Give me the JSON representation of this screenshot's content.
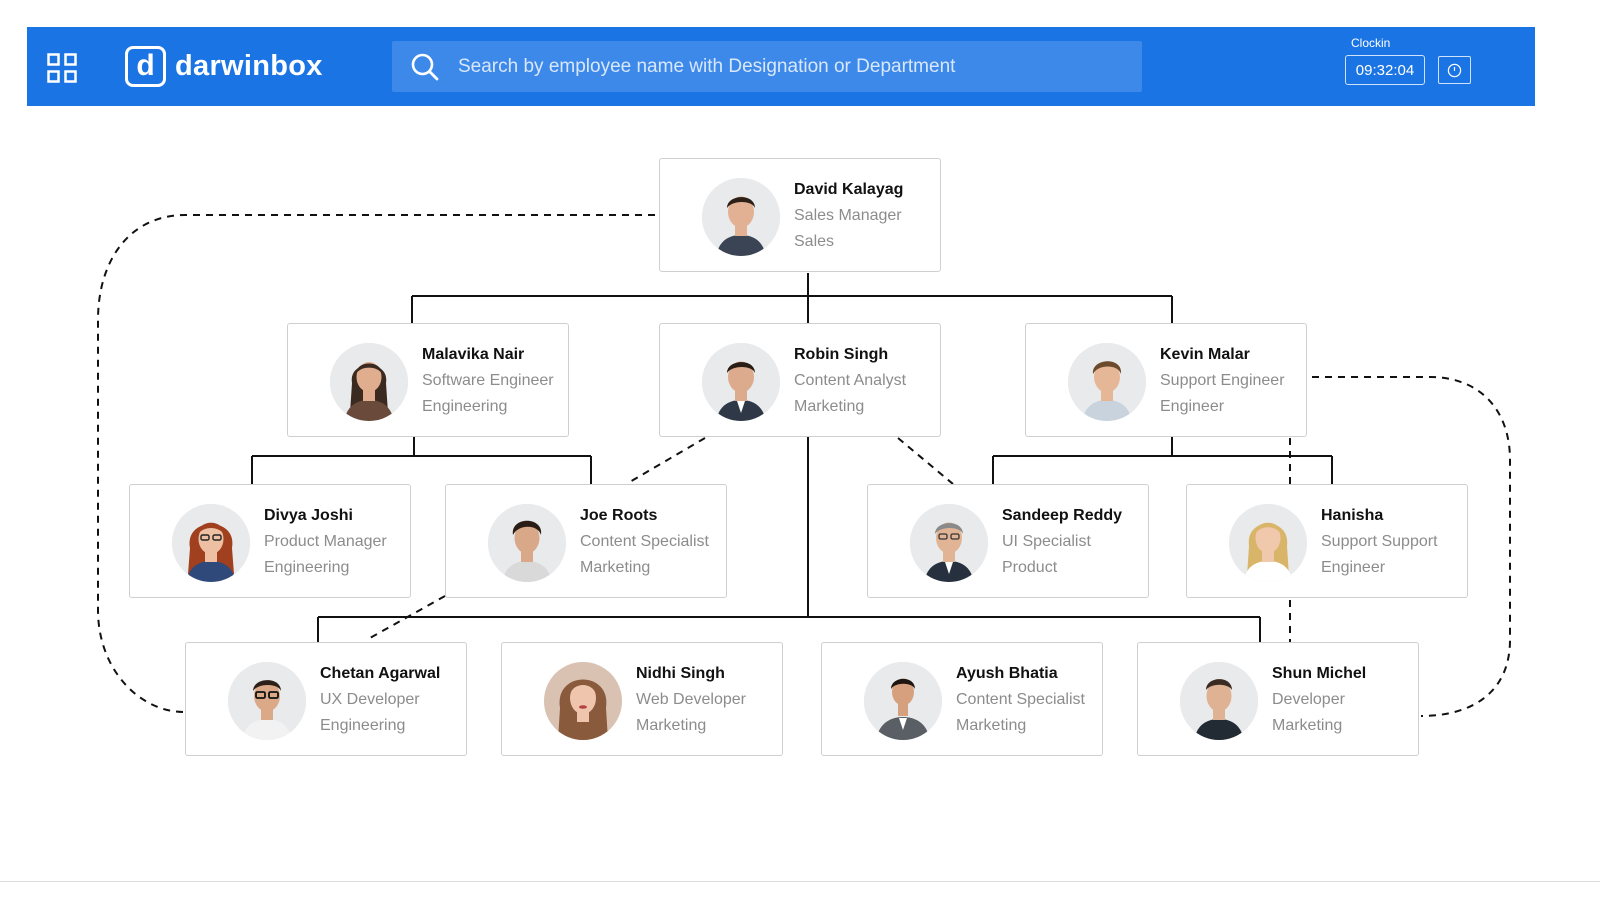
{
  "app": {
    "brand": "darwinbox",
    "brand_mark": "d",
    "search": {
      "placeholder": "Search by employee name with Designation or Department"
    },
    "clock": {
      "label": "Clockin",
      "time": "09:32:04"
    }
  },
  "colors": {
    "header_bg": "#1b74e4",
    "search_bg": "#3d89ea",
    "card_border": "#cfcfcf",
    "connector": "#111111",
    "subtext": "#8c8c8c"
  },
  "icons": [
    "apps-grid-icon",
    "search-icon",
    "clock-icon"
  ],
  "org_chart": {
    "employees": [
      {
        "id": "david",
        "name": "David Kalayag",
        "designation": "Sales Manager",
        "department": "Sales",
        "reports_to": ""
      },
      {
        "id": "malavika",
        "name": "Malavika Nair",
        "designation": "Software Engineer",
        "department": "Engineering",
        "reports_to": "david"
      },
      {
        "id": "robin",
        "name": "Robin Singh",
        "designation": "Content Analyst",
        "department": "Marketing",
        "reports_to": "david"
      },
      {
        "id": "kevin",
        "name": "Kevin Malar",
        "designation": "Support Engineer",
        "department": "Engineer",
        "reports_to": "david"
      },
      {
        "id": "divya",
        "name": "Divya Joshi",
        "designation": "Product Manager",
        "department": "Engineering",
        "reports_to": "malavika"
      },
      {
        "id": "joe",
        "name": "Joe Roots",
        "designation": "Content Specialist",
        "department": "Marketing",
        "reports_to": "malavika"
      },
      {
        "id": "sandeep",
        "name": "Sandeep Reddy",
        "designation": "UI Specialist",
        "department": "Product",
        "reports_to": "kevin"
      },
      {
        "id": "hanisha",
        "name": "Hanisha",
        "designation": "Support Support",
        "department": "Engineer",
        "reports_to": "kevin"
      },
      {
        "id": "chetan",
        "name": "Chetan Agarwal",
        "designation": "UX Developer",
        "department": "Engineering",
        "reports_to": "robin"
      },
      {
        "id": "nidhi",
        "name": "Nidhi Singh",
        "designation": "Web Developer",
        "department": "Marketing",
        "reports_to": ""
      },
      {
        "id": "ayush",
        "name": "Ayush Bhatia",
        "designation": "Content Specialist",
        "department": "Marketing",
        "reports_to": ""
      },
      {
        "id": "shun",
        "name": "Shun Michel",
        "designation": "Developer",
        "department": "Marketing",
        "reports_to": "robin"
      }
    ]
  }
}
